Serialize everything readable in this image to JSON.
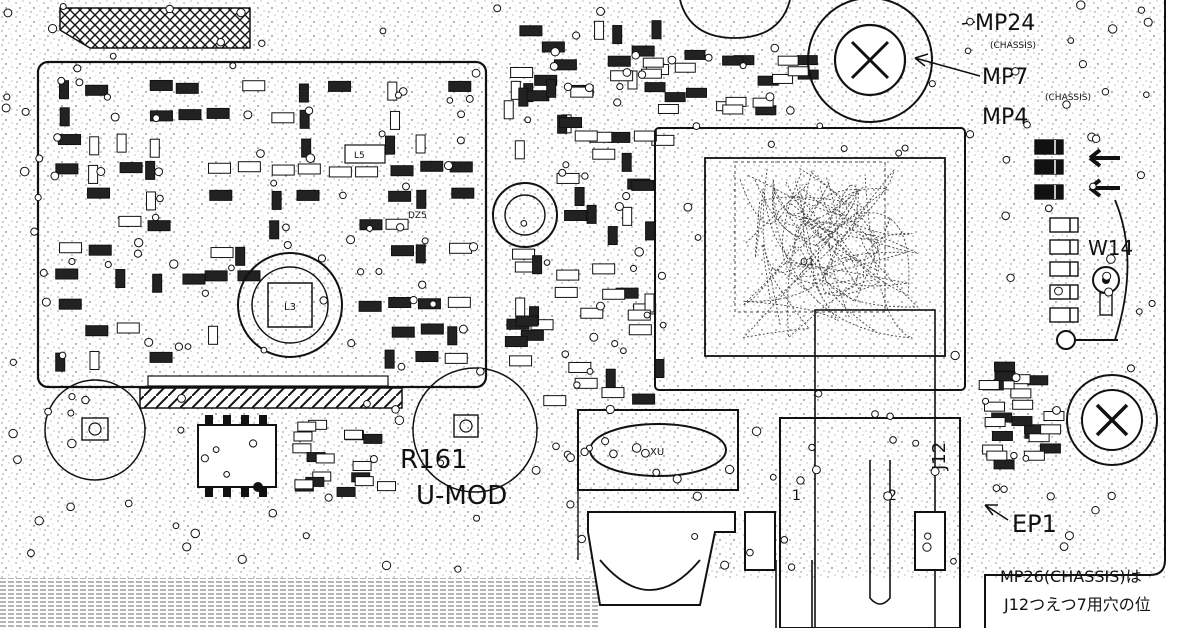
{
  "labels": {
    "mp24": "MP24",
    "mp24_sub": "(CHASSIS)",
    "mp7": "MP7",
    "mp7_sub": "(CHASSIS)",
    "mp4": "MP4",
    "w14": "W14",
    "r161": "R161",
    "umod": "U-MOD",
    "ep1": "EP1",
    "j12": "J12",
    "q1": "Q1",
    "xu": "XU",
    "l3": "L3",
    "l5": "L5",
    "pin1": "1",
    "pin2": "2",
    "dz": "DZ5",
    "note_line1": "MP26(CHASSIS)は",
    "note_line2": "J12つえつ7用穴の位"
  },
  "colors": {
    "ink": "#111111",
    "paper": "#ffffff",
    "trace": "#333333"
  }
}
